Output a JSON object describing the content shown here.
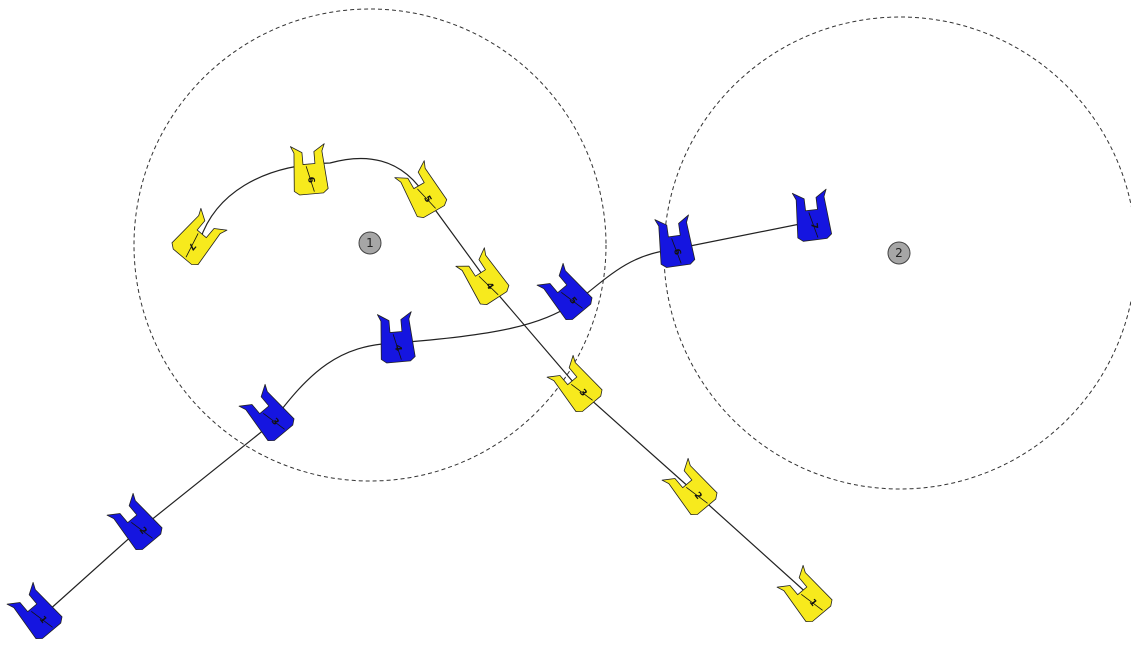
{
  "colors": {
    "team_yellow": "#f7ea1d",
    "team_blue": "#1515e0",
    "zone_marker": "#a6a6a6"
  },
  "zones": [
    {
      "label": "1"
    },
    {
      "label": "2"
    }
  ],
  "teams": [
    {
      "team": "yellow",
      "craft": [
        {
          "label": "1"
        },
        {
          "label": "2"
        },
        {
          "label": "3"
        },
        {
          "label": "4"
        },
        {
          "label": "5"
        },
        {
          "label": "6"
        },
        {
          "label": "7"
        }
      ]
    },
    {
      "team": "blue",
      "craft": [
        {
          "label": "1"
        },
        {
          "label": "2"
        },
        {
          "label": "3"
        },
        {
          "label": "4"
        },
        {
          "label": "5"
        },
        {
          "label": "6"
        },
        {
          "label": "7"
        }
      ]
    }
  ]
}
